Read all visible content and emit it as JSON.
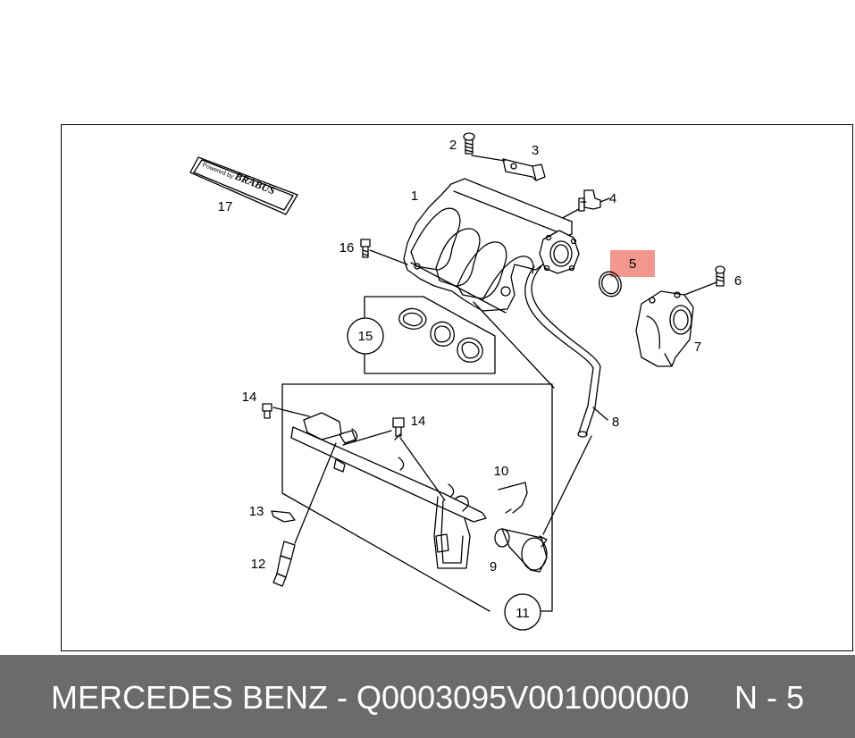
{
  "diagram": {
    "callouts": {
      "c1": "1",
      "c2": "2",
      "c3": "3",
      "c4": "4",
      "c5": "5",
      "c6": "6",
      "c7": "7",
      "c8": "8",
      "c9": "9",
      "c10": "10",
      "c11": "11",
      "c12": "12",
      "c13": "13",
      "c14a": "14",
      "c14b": "14",
      "c15": "15",
      "c16": "16",
      "c17": "17"
    },
    "badge": {
      "powered_by": "Powered by",
      "brand": "BRABUS"
    },
    "highlight_color": "#f28b82"
  },
  "footer": {
    "brand_part": "MERCEDES BENZ - Q0003095V001000000",
    "page_ref": "N - 5",
    "background": "#6b6b6b"
  }
}
